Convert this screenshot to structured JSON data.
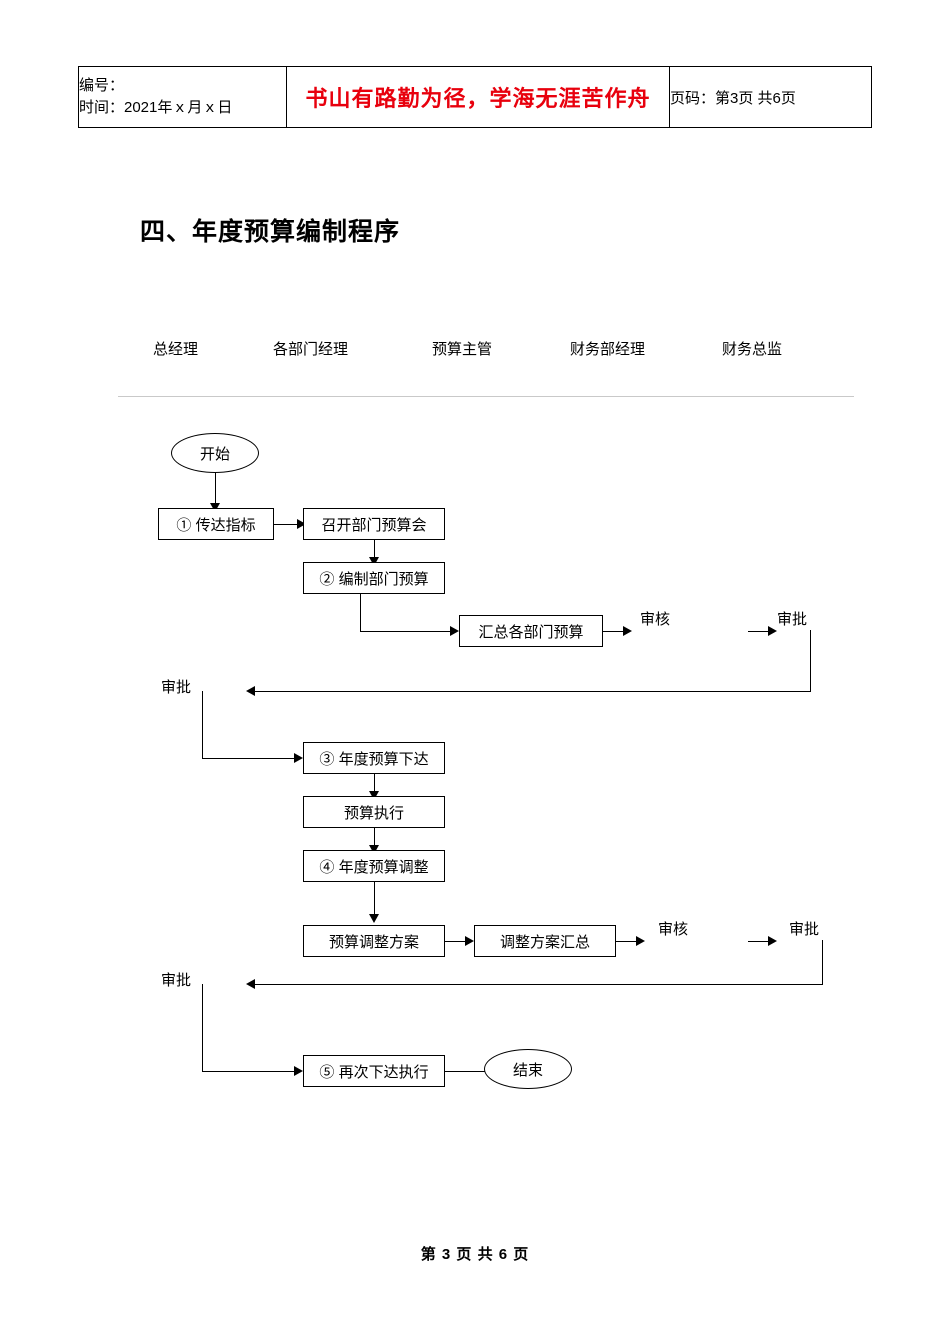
{
  "header": {
    "left_line1": "编号：",
    "left_line2": "时间：2021年ｘ月ｘ日",
    "motto": "书山有路勤为径，学海无涯苦作舟",
    "page_info": "页码：第3页 共6页"
  },
  "section": {
    "title": "四、年度预算编制程序"
  },
  "lanes": [
    {
      "label": "总经理"
    },
    {
      "label": "各部门经理"
    },
    {
      "label": "预算主管"
    },
    {
      "label": "财务部经理"
    },
    {
      "label": "财务总监"
    }
  ],
  "flowchart": {
    "type": "flowchart",
    "nodes": [
      {
        "id": "start",
        "shape": "terminator",
        "label": "开始",
        "lane": "总经理"
      },
      {
        "id": "n1",
        "shape": "process",
        "label": "① 传达指标",
        "lane": "总经理"
      },
      {
        "id": "n2",
        "shape": "process",
        "label": "召开部门预算会",
        "lane": "各部门经理"
      },
      {
        "id": "n3",
        "shape": "process",
        "label": "② 编制部门预算",
        "lane": "各部门经理"
      },
      {
        "id": "n4",
        "shape": "process",
        "label": "汇总各部门预算",
        "lane": "预算主管"
      },
      {
        "id": "n5",
        "shape": "label",
        "label": "审核",
        "lane": "财务部经理"
      },
      {
        "id": "n6",
        "shape": "label",
        "label": "审批",
        "lane": "财务总监"
      },
      {
        "id": "n7",
        "shape": "label",
        "label": "审批",
        "lane": "总经理"
      },
      {
        "id": "n8",
        "shape": "process",
        "label": "③ 年度预算下达",
        "lane": "各部门经理"
      },
      {
        "id": "n9",
        "shape": "process",
        "label": "预算执行",
        "lane": "各部门经理"
      },
      {
        "id": "n10",
        "shape": "process",
        "label": "④ 年度预算调整",
        "lane": "各部门经理"
      },
      {
        "id": "n11",
        "shape": "process",
        "label": "预算调整方案",
        "lane": "各部门经理"
      },
      {
        "id": "n12",
        "shape": "process",
        "label": "调整方案汇总",
        "lane": "预算主管"
      },
      {
        "id": "n13",
        "shape": "label",
        "label": "审核",
        "lane": "财务部经理"
      },
      {
        "id": "n14",
        "shape": "label",
        "label": "审批",
        "lane": "财务总监"
      },
      {
        "id": "n15",
        "shape": "label",
        "label": "审批",
        "lane": "总经理"
      },
      {
        "id": "n16",
        "shape": "process",
        "label": "⑤ 再次下达执行",
        "lane": "各部门经理"
      },
      {
        "id": "end",
        "shape": "terminator",
        "label": "结束",
        "lane": "预算主管"
      }
    ],
    "edges": [
      {
        "from": "start",
        "to": "n1"
      },
      {
        "from": "n1",
        "to": "n2"
      },
      {
        "from": "n2",
        "to": "n3"
      },
      {
        "from": "n3",
        "to": "n4"
      },
      {
        "from": "n4",
        "to": "n5"
      },
      {
        "from": "n5",
        "to": "n6"
      },
      {
        "from": "n6",
        "to": "n7"
      },
      {
        "from": "n7",
        "to": "n8"
      },
      {
        "from": "n8",
        "to": "n9"
      },
      {
        "from": "n9",
        "to": "n10"
      },
      {
        "from": "n10",
        "to": "n11"
      },
      {
        "from": "n11",
        "to": "n12"
      },
      {
        "from": "n12",
        "to": "n13"
      },
      {
        "from": "n13",
        "to": "n14"
      },
      {
        "from": "n14",
        "to": "n15"
      },
      {
        "from": "n15",
        "to": "n16"
      },
      {
        "from": "n16",
        "to": "end"
      }
    ]
  },
  "footer": {
    "text": "第 3 页 共 6 页"
  }
}
